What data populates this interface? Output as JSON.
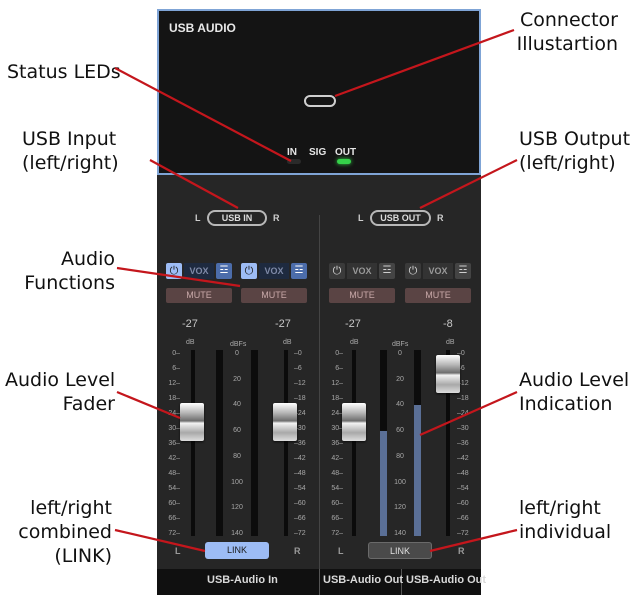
{
  "callouts": {
    "connector": [
      "Connector",
      "Illustartion"
    ],
    "status_leds": [
      "Status LEDs"
    ],
    "usb_input": [
      "USB Input",
      "(left/right)"
    ],
    "usb_output": [
      "USB Output",
      "(left/right)"
    ],
    "audio_functions": [
      "Audio",
      "Functions"
    ],
    "level_fader": [
      "Audio Level",
      "Fader"
    ],
    "level_indication": [
      "Audio Level",
      "Indication"
    ],
    "link_combined": [
      "left/right",
      "combined",
      "(LINK)"
    ],
    "link_individual": [
      "left/right",
      "individual"
    ]
  },
  "device": {
    "title": "USB AUDIO",
    "leds": [
      {
        "label": "IN",
        "color": "#2a2a2a"
      },
      {
        "label": "SIG",
        "color": null
      },
      {
        "label": "OUT",
        "color": "#35d24a"
      }
    ]
  },
  "input_group": {
    "left": "L",
    "right": "R",
    "pill": "USB IN",
    "channels": [
      {
        "power_icon": "power-icon",
        "vox": "VOX",
        "eq_icon": "eq-icon",
        "mute": "MUTE",
        "level": "-27",
        "unit": "dB",
        "fader_level_db": -27
      },
      {
        "power_icon": "power-icon",
        "vox": "VOX",
        "eq_icon": "eq-icon",
        "mute": "MUTE",
        "level": "-27",
        "unit": "dB",
        "fader_level_db": -27
      }
    ],
    "meter_unit": "dBFs",
    "meter_ticks": [
      "0",
      "20",
      "40",
      "60",
      "80",
      "100",
      "120",
      "140"
    ],
    "link": "LINK",
    "link_active": true,
    "footer": "USB-Audio In"
  },
  "output_group": {
    "left": "L",
    "right": "R",
    "pill": "USB OUT",
    "channels": [
      {
        "power_icon": "power-icon",
        "vox": "VOX",
        "eq_icon": "eq-icon",
        "mute": "MUTE",
        "level": "-27",
        "unit": "dB",
        "fader_level_db": -27
      },
      {
        "power_icon": "power-icon",
        "vox": "VOX",
        "eq_icon": "eq-icon",
        "mute": "MUTE",
        "level": "-8",
        "unit": "dB",
        "fader_level_db": -8
      }
    ],
    "meter_unit": "dBFs",
    "meter_ticks": [
      "0",
      "20",
      "40",
      "60",
      "80",
      "100",
      "120",
      "140"
    ],
    "meter_levels_dbfs": [
      60,
      40
    ],
    "link": "LINK",
    "link_active": false,
    "footer_left": "USB-Audio Out",
    "footer_right": "USB-Audio Out"
  },
  "fader_scale": [
    "0",
    "6",
    "12",
    "18",
    "24",
    "30",
    "36",
    "42",
    "48",
    "54",
    "60",
    "66",
    "72"
  ],
  "colors": {
    "accent_blue": "#7fa4d6",
    "mute": "#5a4444",
    "led_on": "#35d24a",
    "meter_fill": "#5a6f96"
  }
}
